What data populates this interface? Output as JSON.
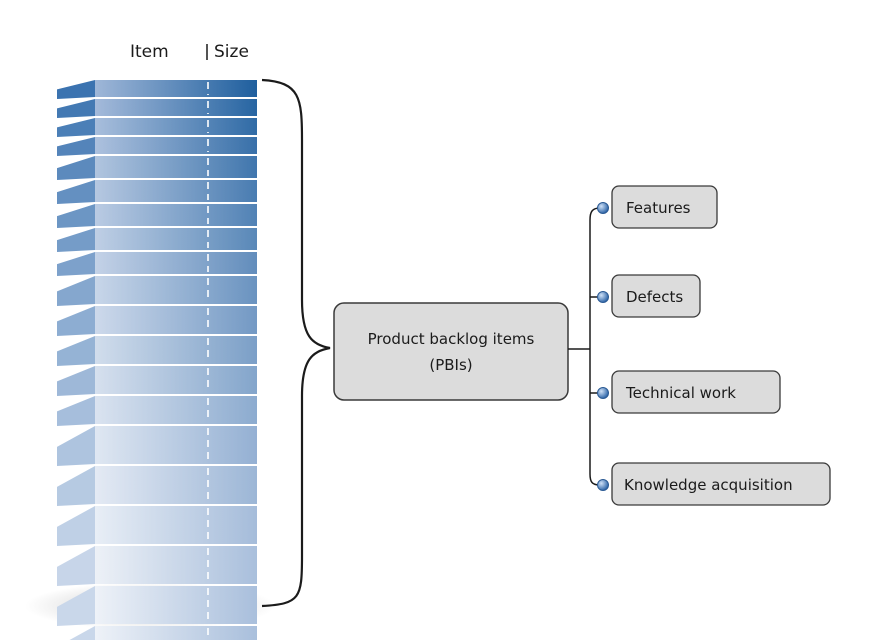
{
  "stack": {
    "header": {
      "item": "Item",
      "size": "Size"
    },
    "row_count": 20
  },
  "center": {
    "line1": "Product backlog items",
    "line2": "(PBIs)"
  },
  "categories": [
    {
      "label": "Features"
    },
    {
      "label": "Defects"
    },
    {
      "label": "Technical work"
    },
    {
      "label": "Knowledge acquisition"
    }
  ],
  "colors": {
    "dark_blue": "#1f5f9e",
    "light_blue": "#e8eef6",
    "box_fill": "#dcdcdc",
    "box_stroke": "#3a3a3a",
    "bullet": "#5b8ccc"
  }
}
